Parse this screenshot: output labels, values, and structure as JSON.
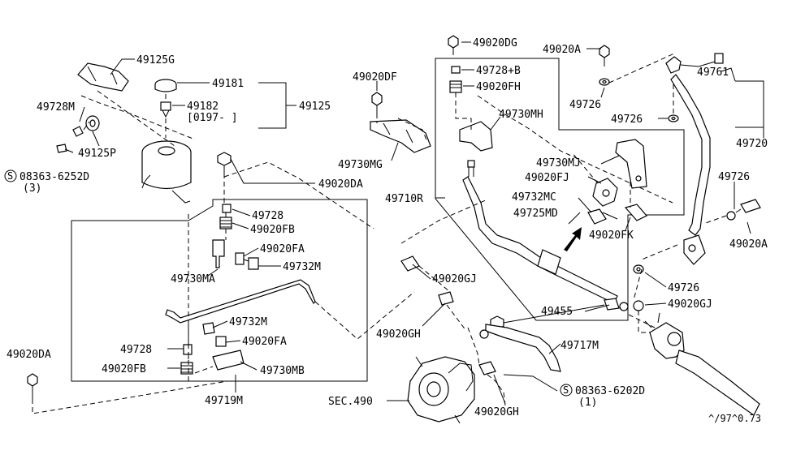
{
  "diagram": {
    "labels": {
      "p49125G": "49125G",
      "p49181": "49181",
      "p49182": "49182",
      "p49125": "49125",
      "bracket_date": "[0197-     ]",
      "p49728M": "49728M",
      "p49125P": "49125P",
      "p08363_6252D": "08363-6252D",
      "qty3": "(3)",
      "p49020DA_top": "49020DA",
      "p49728_a": "49728",
      "p49020FB_a": "49020FB",
      "p49020FA_a": "49020FA",
      "p49732M_a": "49732M",
      "p49730MA": "49730MA",
      "p49732M_b": "49732M",
      "p49020FA_b": "49020FA",
      "p49728_b": "49728",
      "p49020FB_b": "49020FB",
      "p49730MB": "49730MB",
      "p49719M": "49719M",
      "p49020DA_left": "49020DA",
      "p49020DF": "49020DF",
      "p49730MG": "49730MG",
      "p49020DG": "49020DG",
      "p49728B": "49728+B",
      "p49020FH": "49020FH",
      "p49730MH": "49730MH",
      "p49710R": "49710R",
      "p49020A_top": "49020A",
      "p49726_a": "49726",
      "p49726_b": "49726",
      "p49761": "49761",
      "p49720": "49720",
      "p49730MJ": "49730MJ",
      "p49020FJ": "49020FJ",
      "p49732MC": "49732MC",
      "p49725MD": "49725MD",
      "p49020FK": "49020FK",
      "p49726_c": "49726",
      "p49020A_right": "49020A",
      "p49726_d": "49726",
      "p49020GJ_a": "49020GJ",
      "p49020GJ_b": "49020GJ",
      "p49455": "49455",
      "p49020GH_a": "49020GH",
      "p49717M": "49717M",
      "p08363_6202D": "08363-6202D",
      "qty1": "(1)",
      "sec490": "SEC.490",
      "p49020GH_b": "49020GH",
      "ref_code": "^/97^0.73",
      "s_symbol": "S"
    }
  }
}
